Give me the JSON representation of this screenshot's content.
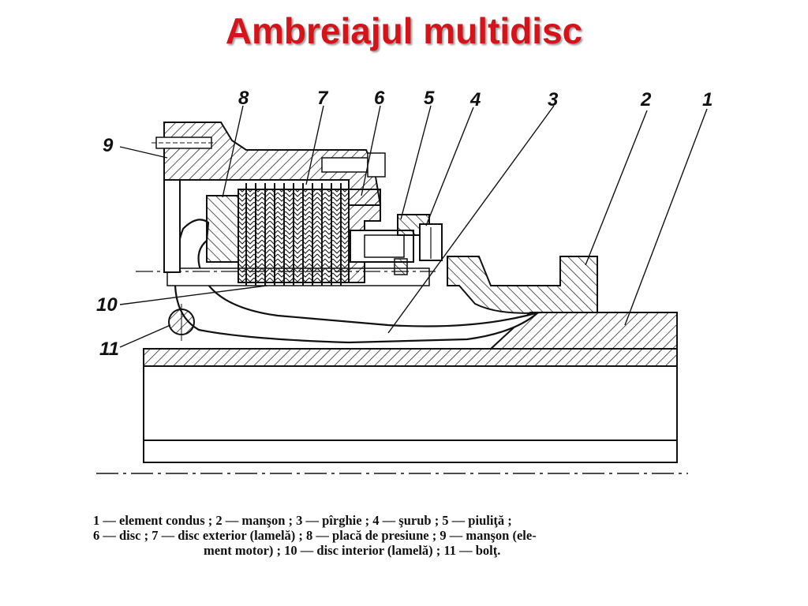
{
  "slide": {
    "title": "Ambreiajul multidisc"
  },
  "figure": {
    "callouts": [
      "1",
      "2",
      "3",
      "4",
      "5",
      "6",
      "7",
      "8",
      "9",
      "10",
      "11"
    ],
    "legend_lines": [
      "1 — element condus ; 2 — manşon ; 3 — pîrghie ; 4 — şurub ; 5 — piuliţă ;",
      "6 — disc ; 7 — disc exterior (lamelă) ; 8 — placă de presiune ; 9 — manşon (ele-",
      "ment motor) ; 10 — disc interior (lamelă) ; 11 — bolţ."
    ]
  },
  "colors": {
    "title": "#d4141a",
    "ink": "#111111"
  }
}
